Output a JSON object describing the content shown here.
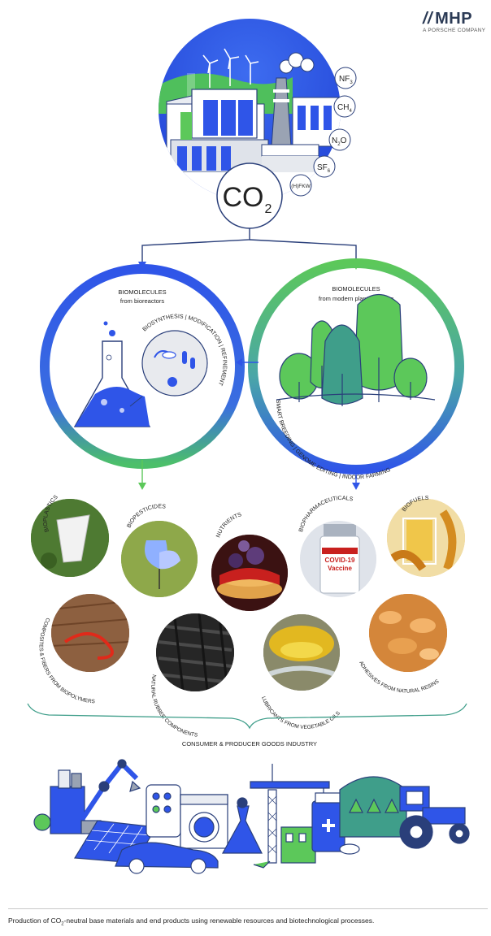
{
  "brand": {
    "name": "MHP",
    "tagline": "A PORSCHE COMPANY"
  },
  "hub": {
    "co2": "CO",
    "co2_sub": "2",
    "gases": [
      {
        "base": "NF",
        "sub": "3"
      },
      {
        "base": "CH",
        "sub": "4"
      },
      {
        "base": "N",
        "sub": "2",
        "tail": "O"
      },
      {
        "base": "SF",
        "sub": "6"
      },
      {
        "base": "(H)FKW",
        "sub": ""
      }
    ]
  },
  "left_cycle": {
    "title": "BIOMOLECULES",
    "subtitle": "from bioreactors",
    "arc_label": "BIOSYNTHESIS | MODIFICATION | REFINEMENT"
  },
  "right_cycle": {
    "title": "BIOMOLECULES",
    "subtitle": "from modern plant breeding",
    "arc_label": "SMART BREEDING | GENOME EDITING | INDOOR FARMING"
  },
  "products": [
    {
      "label": "BIOPLASTICS"
    },
    {
      "label": "BIOPESTICIDES"
    },
    {
      "label": "NUTRIENTS"
    },
    {
      "label": "BIOPHARMACEUTICALS"
    },
    {
      "label": "BIOFUELS"
    },
    {
      "label": "COMPOSITES & FIBERS FROM BIOPOLYMERS"
    },
    {
      "label": "NATURAL RUBBER COMPONENTS"
    },
    {
      "label": "LUBRICANTS FROM VEGETABLE OILS"
    },
    {
      "label": "ADHESIVES FROM NATURAL RESINS"
    }
  ],
  "vaccine_label": {
    "line1": "COVID-19",
    "line2": "Vaccine"
  },
  "industry": {
    "title": "CONSUMER & PRODUCER GOODS INDUSTRY"
  },
  "footer": {
    "pre": "Production of CO",
    "sub": "2",
    "post": "-neutral base materials and end products using renewable resources and biotechnological processes."
  },
  "colors": {
    "blue": "#2f55e8",
    "green": "#5cc85a",
    "dark_blue": "#2a3f7a",
    "teal": "#3f9e8a",
    "text": "#222222"
  }
}
